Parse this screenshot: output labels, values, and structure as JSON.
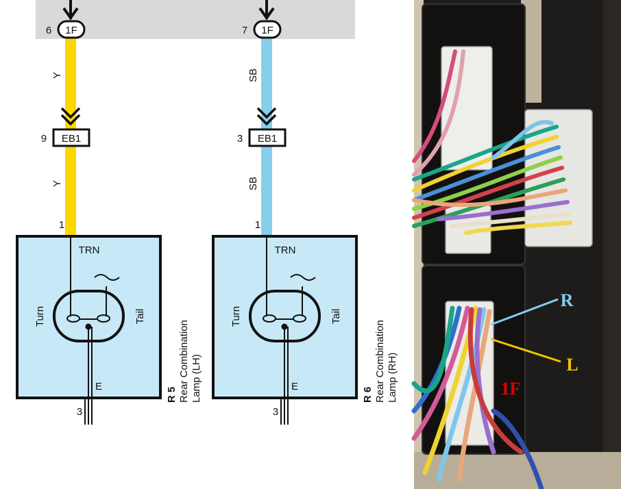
{
  "colors": {
    "header_gray": "#d9d9d9",
    "yellow_wire": "#ffd700",
    "sky_blue_wire": "#87ceeb",
    "lamp_fill": "#c7e8f6",
    "outline": "#111111",
    "label_R": "#7fd0f0",
    "label_L": "#f2c400",
    "label_1F": "#e10000"
  },
  "left": {
    "top_connector": {
      "pin": "6",
      "name": "1F"
    },
    "wire_color_upper": "Y",
    "mid_connector": {
      "pin": "9",
      "name": "EB1"
    },
    "wire_color_lower": "Y",
    "lamp_pin": "1",
    "lamp": {
      "trn_label": "TRN",
      "turn_label": "Turn",
      "tail_label": "Tail",
      "ground_label": "E",
      "ground_pin": "3",
      "code": "R 5",
      "name_line1": "Rear Combination",
      "name_line2": "Lamp (LH)"
    }
  },
  "right": {
    "top_connector": {
      "pin": "7",
      "name": "1F"
    },
    "wire_color_upper": "SB",
    "mid_connector": {
      "pin": "3",
      "name": "EB1"
    },
    "wire_color_lower": "SB",
    "lamp_pin": "1",
    "lamp": {
      "trn_label": "TRN",
      "turn_label": "Turn",
      "tail_label": "Tail",
      "ground_label": "E",
      "ground_pin": "3",
      "code": "R 6",
      "name_line1": "Rear Combination",
      "name_line2": "Lamp (RH)"
    }
  },
  "photo": {
    "label_R": "R",
    "label_L": "L",
    "label_1F": "1F"
  }
}
